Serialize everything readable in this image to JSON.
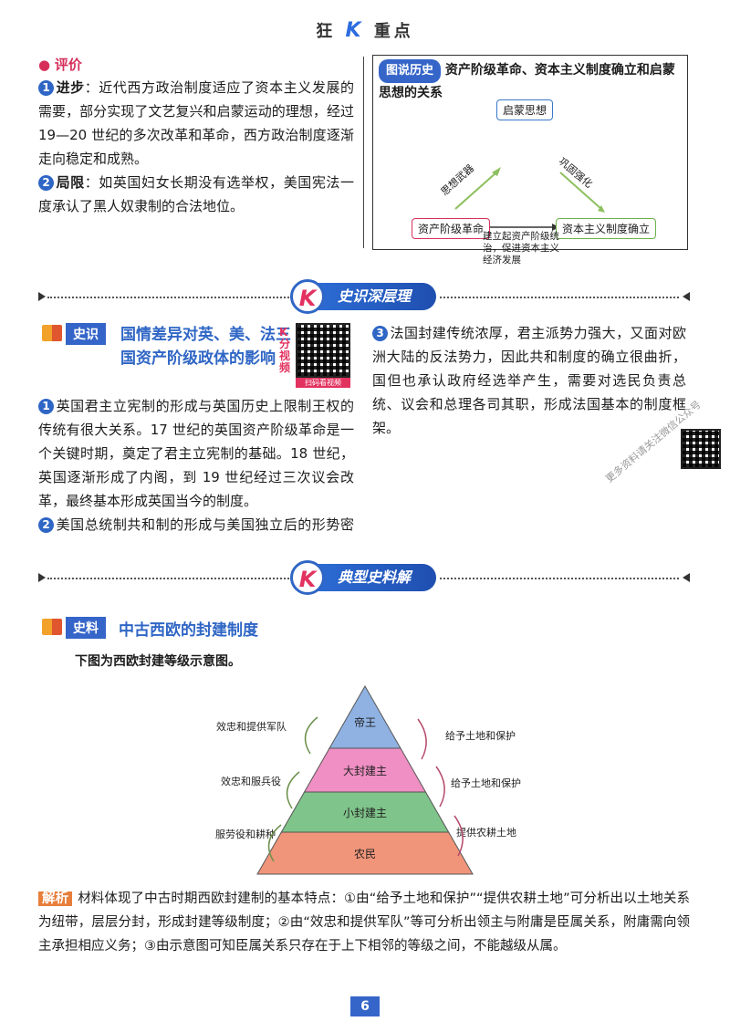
{
  "header": {
    "title_left": "狂",
    "title_k": "K",
    "title_right": "重点"
  },
  "evaluation": {
    "label": "评价",
    "p1_num": "1",
    "p1_head": "进步",
    "p1_text": "：近代西方政治制度适应了资本主义发展的需要，部分实现了文艺复兴和启蒙运动的理想，经过 19—20 世纪的多次改革和革命，西方政治制度逐渐走向稳定和成熟。",
    "p2_num": "2",
    "p2_head": "局限",
    "p2_text": "：如英国妇女长期没有选举权，美国宪法一度承认了黑人奴隶制的合法地位。"
  },
  "history_diagram": {
    "tag": "图说历史",
    "title": "资产阶级革命、资本主义制度确立和启蒙思想的关系",
    "node_top": "启蒙思想",
    "node_left": "资产阶级革命",
    "node_right": "资本主义制度确立",
    "arrow_left": "思想武器",
    "arrow_right": "巩固强化",
    "arrow_bottom": "建立起资产阶级统治，促进资本主义经济发展"
  },
  "section1": {
    "badge": "K",
    "title": "史识深层理解"
  },
  "shizhi": {
    "tag": "史识",
    "title": "国情差异对英、美、法三国资产阶级政体的影响",
    "qr_label": "K分视频",
    "qr_caption": "扫码看视频",
    "p1_num": "1",
    "p1": "英国君主立宪制的形成与英国历史上限制王权的传统有很大关系。17 世纪的英国资产阶级革命是一个关键时期，奠定了君主立宪制的基础。18 世纪，英国逐渐形成了内阁，到 19 世纪经过三次议会改革，最终基本形成英国当今的制度。",
    "p2_num": "2",
    "p2": "美国总统制共和制的形成与美国独立后的形势密切相关。美国没有封建专制传统，独立后就建立了典型的资本主义性质的国家；启蒙运动的影响和反殖民的斗争坚定了美国建立共和国的信念。",
    "p3_num": "3",
    "p3": "法国封建传统浓厚，君主派势力强大，又面对欧洲大陆的反法势力，因此共和制度的确立很曲折，国但也承认政府经选举产生，需要对选民负责总统、议会和总理各司其职，形成法国基本的制度框架。",
    "watermark": "更多资料请关注微信公众号"
  },
  "section2": {
    "badge": "K",
    "title": "典型史料解析"
  },
  "shiliao": {
    "tag": "史料",
    "title": "中古西欧的封建制度",
    "intro": "下图为西欧封建等级示意图。"
  },
  "pyramid": {
    "levels": [
      "帝王",
      "大封建主",
      "小封建主",
      "农民"
    ],
    "colors": [
      "#8fb2e3",
      "#ef8fc3",
      "#7fc48a",
      "#f0957a"
    ],
    "left_labels": [
      "效忠和提供军队",
      "效忠和服兵役",
      "服劳役和耕种"
    ],
    "right_labels": [
      "给予土地和保护",
      "给予土地和保护",
      "提供农耕土地"
    ]
  },
  "analysis": {
    "tag": "解析",
    "text": "材料体现了中古时期西欧封建制的基本特点：①由“给予土地和保护”“提供农耕土地”可分析出以土地关系为纽带，层层分封，形成封建等级制度；②由“效忠和提供军队”等可分析出领主与附庸是臣属关系，附庸需向领主承担相应义务；③由示意图可知臣属关系只存在于上下相邻的等级之间，不能越级从属。"
  },
  "footer": {
    "page_number": "6"
  }
}
